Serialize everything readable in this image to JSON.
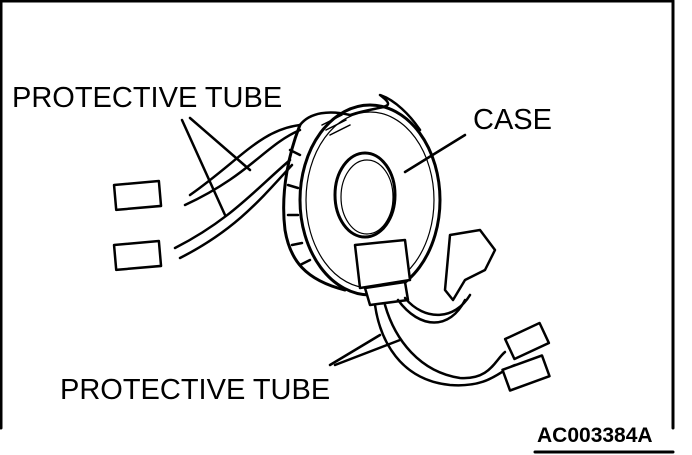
{
  "labels": {
    "protective_tube_top": "PROTECTIVE TUBE",
    "case": "CASE",
    "protective_tube_bottom": "PROTECTIVE TUBE",
    "figure_code": "AC003384A"
  }
}
